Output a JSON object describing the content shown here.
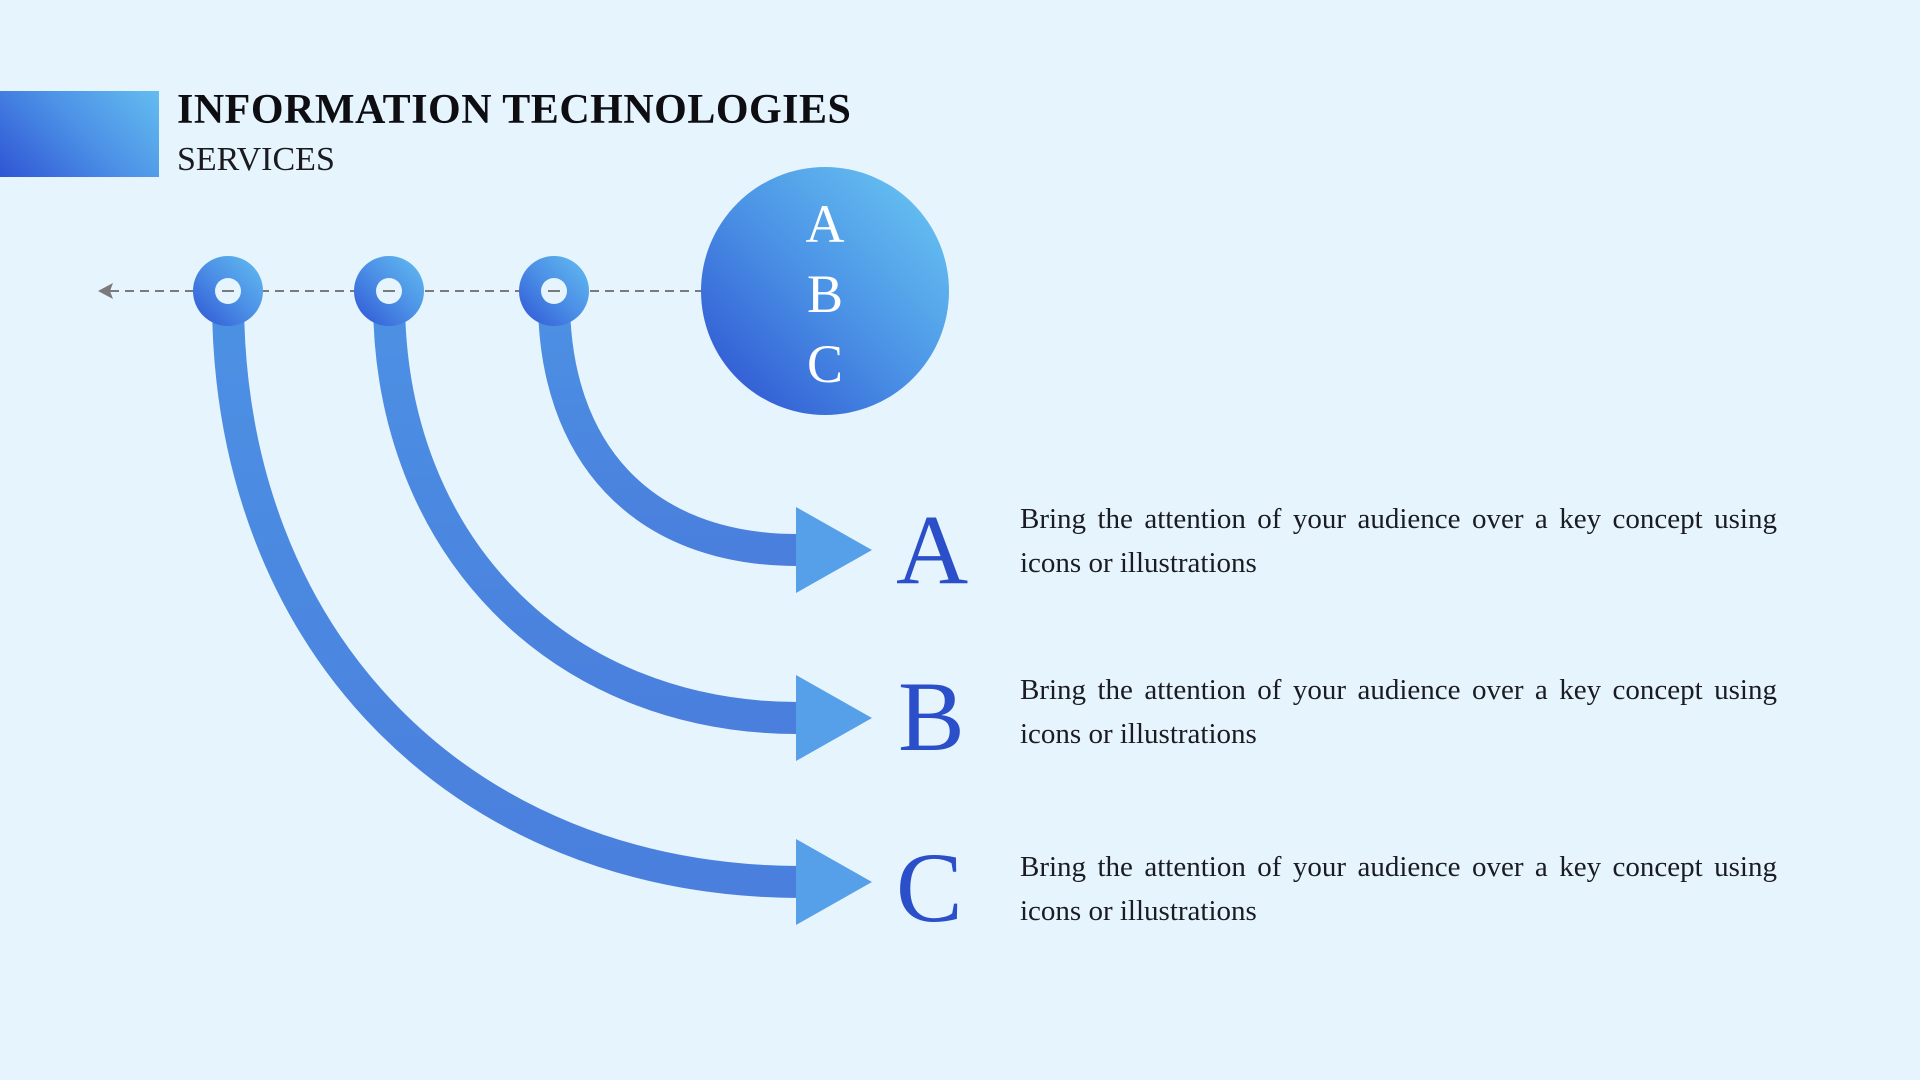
{
  "header": {
    "title": "INFORMATION TECHNOLOGIES",
    "subtitle": "SERVICES"
  },
  "hub": {
    "letters": [
      "A",
      "B",
      "C"
    ]
  },
  "items": [
    {
      "letter": "A",
      "text": "Bring the attention of your audience over a key concept using icons or illustrations"
    },
    {
      "letter": "B",
      "text": "Bring the attention of your audience over a key concept using icons or illustrations"
    },
    {
      "letter": "C",
      "text": "Bring the attention of your audience over a key concept using icons or illustrations"
    }
  ],
  "colors": {
    "background": "#e6f4fe",
    "accent_dark": "#2f55d4",
    "accent_light": "#63bdf0",
    "letter": "#2b4fc9",
    "dashed_line": "#7a7a7a"
  }
}
